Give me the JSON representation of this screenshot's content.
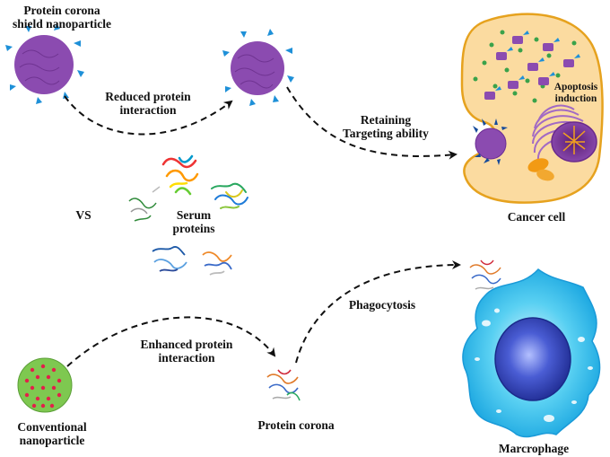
{
  "labels": {
    "shield_np": [
      "Protein corona",
      "shield nanoparticle"
    ],
    "reduced": [
      "Reduced protein",
      "interaction"
    ],
    "retaining": [
      "Retaining",
      "Targeting ability"
    ],
    "apoptosis": [
      "Apoptosis",
      "induction"
    ],
    "cancer_cell": "Cancer cell",
    "vs": "VS",
    "serum": [
      "Serum",
      "proteins"
    ],
    "phagocytosis": "Phagocytosis",
    "enhanced": [
      "Enhanced protein",
      "interaction"
    ],
    "conventional": [
      "Conventional",
      "nanoparticle"
    ],
    "protein_corona": "Protein corona",
    "macrophage": "Marcrophage"
  },
  "colors": {
    "nanoparticle": "#8b4bb0",
    "ligand": "#1e90d8",
    "cancer_cell_fill": "#fbdba0",
    "cancer_cell_stroke": "#e6a21e",
    "macrophage": "#3fc6ee",
    "macrophage_nucleus": "#2c40b8",
    "conventional_fill": "#7ec850",
    "conventional_dots": "#e2204a"
  }
}
